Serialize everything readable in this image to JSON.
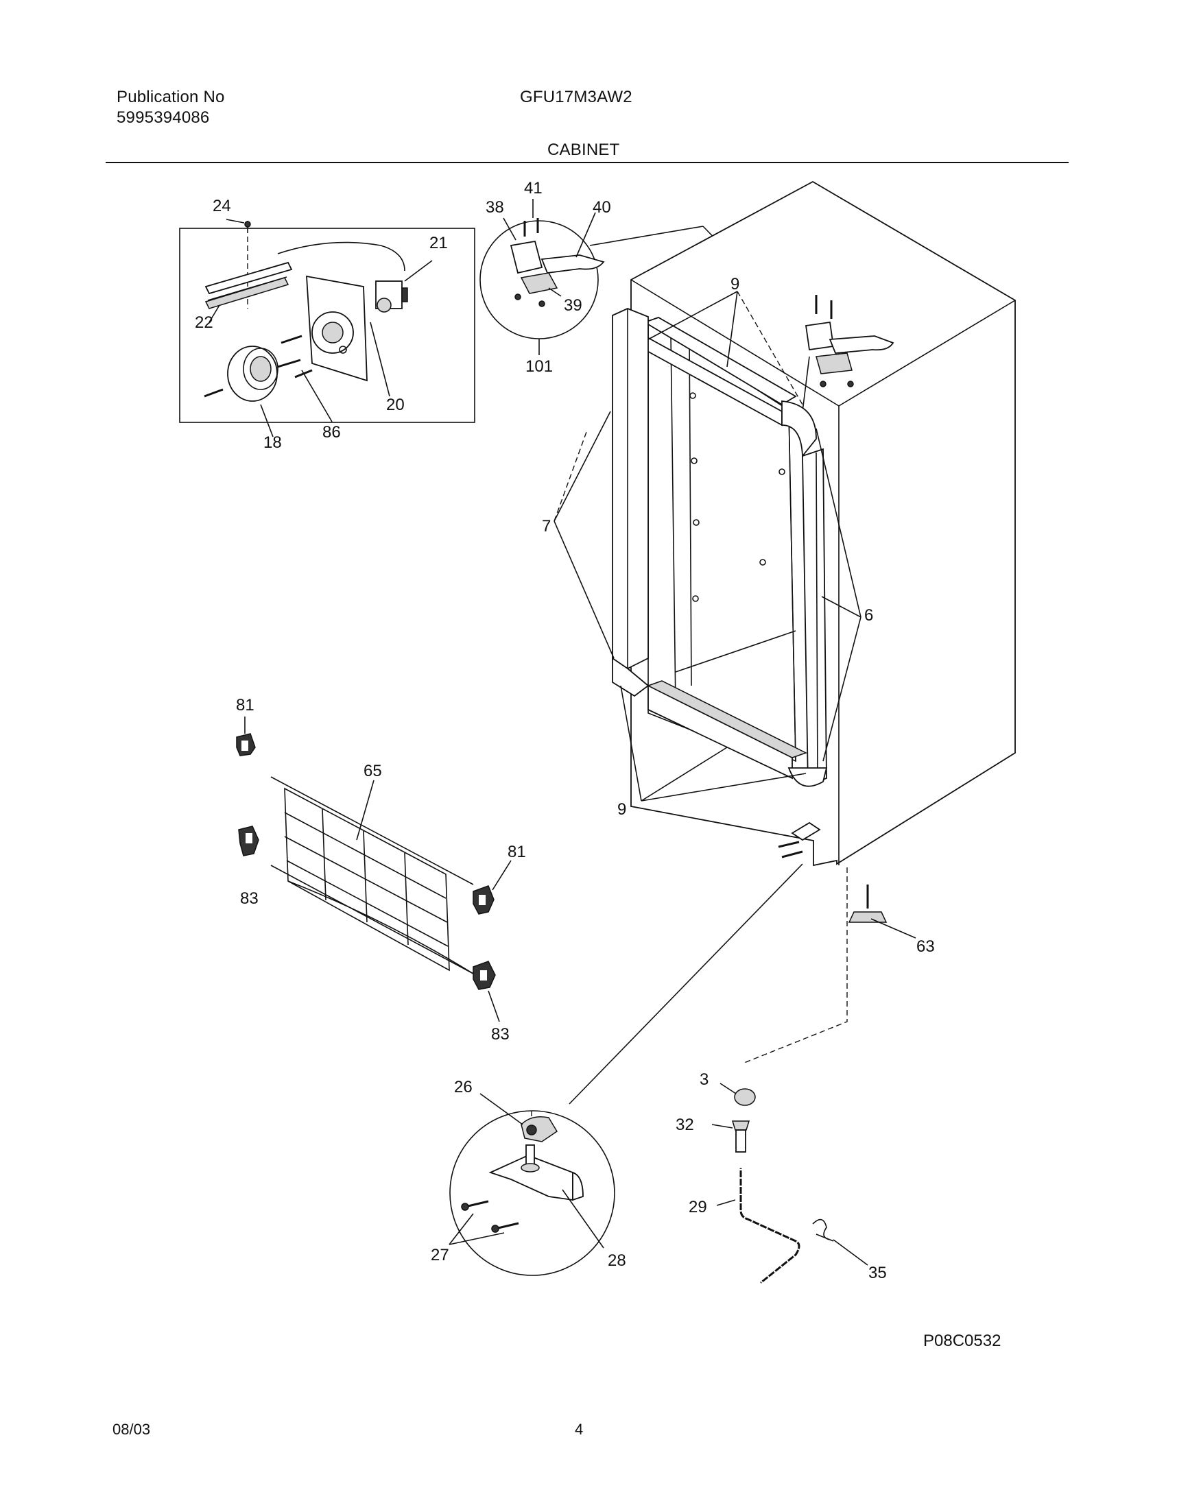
{
  "header": {
    "publication_label": "Publication No",
    "publication_number": "5995394086",
    "model": "GFU17M3AW2",
    "section_title": "CABINET"
  },
  "callouts": {
    "p24": "24",
    "p21": "21",
    "p22": "22",
    "p20": "20",
    "p18": "18",
    "p86": "86",
    "p41": "41",
    "p38": "38",
    "p40": "40",
    "p39": "39",
    "p101": "101",
    "p9_top": "9",
    "p7": "7",
    "p6": "6",
    "p9_bottom": "9",
    "p81_left": "81",
    "p65": "65",
    "p83_left": "83",
    "p81_right": "81",
    "p83_right": "83",
    "p63": "63",
    "p3": "3",
    "p32": "32",
    "p29": "29",
    "p35": "35",
    "p26": "26",
    "p27": "27",
    "p28": "28"
  },
  "figure_code": "P08C0532",
  "footer": {
    "date": "08/03",
    "page": "4"
  }
}
